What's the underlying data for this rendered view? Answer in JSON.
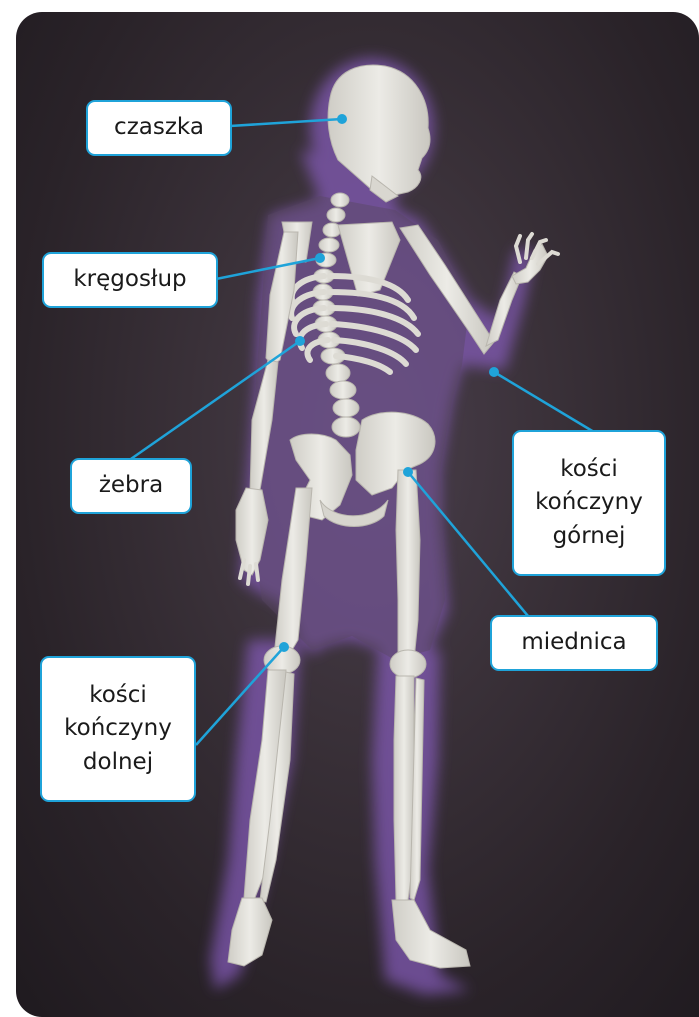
{
  "labels": {
    "skull": "czaszka",
    "spine": "kręgosłup",
    "ribs": "żebra",
    "upper_limb_l1": "kości",
    "upper_limb_l2": "kończyny",
    "upper_limb_l3": "górnej",
    "pelvis": "miednica",
    "lower_limb_l1": "kości",
    "lower_limb_l2": "kończyny",
    "lower_limb_l3": "dolnej"
  },
  "colors": {
    "background": "#2f282f",
    "callout_border": "#1fa3d9",
    "leader_line": "#1fa3d9",
    "body_glow": "#9b6fd0",
    "bone": "#e4e2dc"
  }
}
